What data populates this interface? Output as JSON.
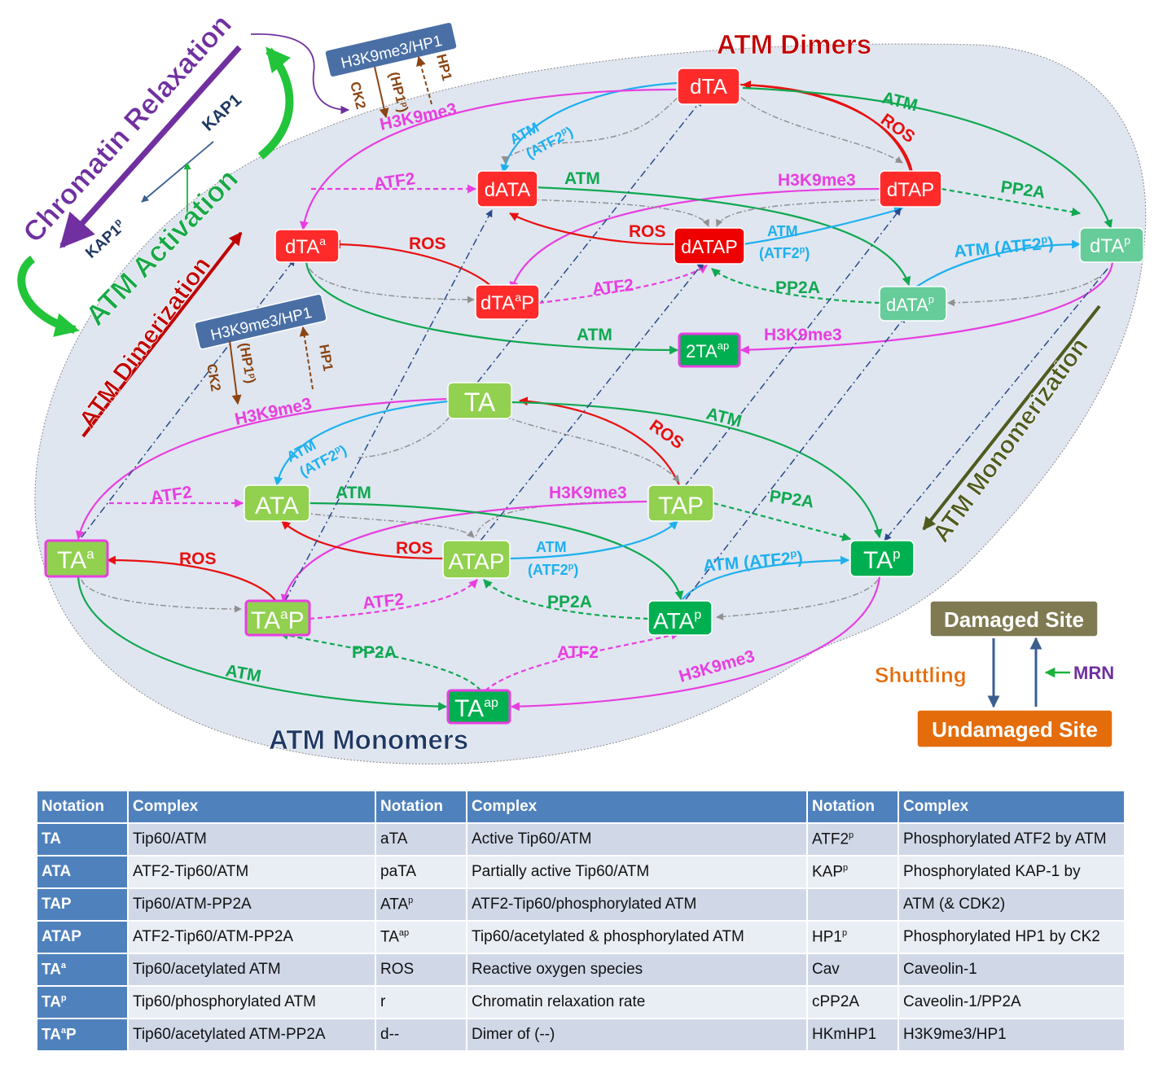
{
  "titles": {
    "dimers": "ATM Dimers",
    "monomers": "ATM Monomers",
    "chromatin_relaxation": "Chromatin Relaxation",
    "atm_activation": "ATM Activation",
    "atm_dimerization": "ATM Dimerization",
    "atm_monomerization": "ATM Monomerization"
  },
  "chromatin_loop": {
    "kap1": "KAP1",
    "kap1p_base": "KAP1",
    "kap1p_sup": "p"
  },
  "hk_boxes": {
    "label": "H3K9me3/HP1",
    "hp1": "HP1",
    "hp1p_base": "(HP1",
    "hp1p_sup": "p",
    "hp1p_close": ")",
    "ck2": "CK2",
    "h3k9me3": "H3K9me3"
  },
  "nodes": {
    "dTA": "dTA",
    "dATA": "dATA",
    "dTAP": "dTAP",
    "dTAa_base": "dTA",
    "dTAa_sup": "a",
    "dATAP": "dATAP",
    "dTAp_base": "dTA",
    "dTAp_sup": "p",
    "dTAaP_base": "dTA",
    "dTAaP_sup": "a",
    "dTAaP_tail": "P",
    "dATAp_base": "dATA",
    "dATAp_sup": "p",
    "twoTAap_base": "2TA",
    "twoTAap_sup": "ap",
    "TA": "TA",
    "ATA": "ATA",
    "TAP": "TAP",
    "TAa_base": "TA",
    "TAa_sup": "a",
    "ATAP": "ATAP",
    "TAp_base": "TA",
    "TAp_sup": "p",
    "TAaP_base": "TA",
    "TAaP_sup": "a",
    "TAaP_tail": "P",
    "ATAp_base": "ATA",
    "ATAp_sup": "p",
    "TAap_base": "TA",
    "TAap_sup": "ap"
  },
  "edge_labels": {
    "atm": "ATM",
    "atf2": "ATF2",
    "ros": "ROS",
    "pp2a": "PP2A",
    "h3k9me3": "H3K9me3",
    "atm_atf2p_base": "ATM (ATF2",
    "atf2p_open_base": "(ATF2",
    "p_sup": "p",
    "close_paren": ")"
  },
  "side_legend": {
    "damaged_site": "Damaged Site",
    "undamaged_site": "Undamaged Site",
    "shuttling": "Shuttling",
    "mrn": "MRN"
  },
  "colors": {
    "region_fill": "#dfe6f0",
    "dimer_red": "#ff2b2b",
    "dimer_teal": "#66cc99",
    "monomer_light_green": "#92d050",
    "monomer_dark_green": "#00b050",
    "magenta": "#e83ee0",
    "red_arrow": "#e81010",
    "green_arrow": "#10a850",
    "blue_arrow": "#1eb0ee",
    "navy_dashed": "#2a4a8a",
    "gray_dashdot": "#909090",
    "hk_box": "#4a6fa5",
    "brown": "#8b4513",
    "purple": "#7030a0",
    "olive": "#4f5b1e",
    "damaged_box": "#7f7a52",
    "undamaged_box": "#e46c0a",
    "dark_red": "#c00000",
    "table_header": "#4f81bd"
  },
  "table": {
    "headers": [
      "Notation",
      "Complex",
      "Notation",
      "Complex",
      "Notation",
      "Complex"
    ],
    "rows": [
      {
        "n1": "TA",
        "n1_sup": "",
        "n1_tail": "",
        "c1": "Tip60/ATM",
        "n2": "aTA",
        "n2_sup": "",
        "c2": "Active Tip60/ATM",
        "n3": "ATF2",
        "n3_sup": "p",
        "c3": "Phosphorylated ATF2 by ATM"
      },
      {
        "n1": "ATA",
        "n1_sup": "",
        "n1_tail": "",
        "c1": "ATF2-Tip60/ATM",
        "n2": "paTA",
        "n2_sup": "",
        "c2": "Partially active Tip60/ATM",
        "n3": "KAP",
        "n3_sup": "p",
        "c3": "Phosphorylated KAP-1 by"
      },
      {
        "n1": "TAP",
        "n1_sup": "",
        "n1_tail": "",
        "c1": "Tip60/ATM-PP2A",
        "n2": "ATA",
        "n2_sup": "p",
        "c2": "ATF2-Tip60/phosphorylated ATM",
        "n3": "",
        "n3_sup": "",
        "c3": "ATM (& CDK2)"
      },
      {
        "n1": "ATAP",
        "n1_sup": "",
        "n1_tail": "",
        "c1": "ATF2-Tip60/ATM-PP2A",
        "n2": "TA",
        "n2_sup": "ap",
        "c2": "Tip60/acetylated & phosphorylated ATM",
        "n3": "HP1",
        "n3_sup": "p",
        "c3": "Phosphorylated HP1 by CK2"
      },
      {
        "n1": "TA",
        "n1_sup": "a",
        "n1_tail": "",
        "c1": "Tip60/acetylated ATM",
        "n2": "ROS",
        "n2_sup": "",
        "c2": "Reactive oxygen species",
        "n3": "Cav",
        "n3_sup": "",
        "c3": "Caveolin-1"
      },
      {
        "n1": "TA",
        "n1_sup": "p",
        "n1_tail": "",
        "c1": "Tip60/phosphorylated ATM",
        "n2": "r",
        "n2_sup": "",
        "c2": "Chromatin relaxation rate",
        "n3": "cPP2A",
        "n3_sup": "",
        "c3": "Caveolin-1/PP2A"
      },
      {
        "n1": "TA",
        "n1_sup": "a",
        "n1_tail": "P",
        "c1": "Tip60/acetylated ATM-PP2A",
        "n2": "d--",
        "n2_sup": "",
        "c2": "Dimer of (--)",
        "n3": "HKmHP1",
        "n3_sup": "",
        "c3": "H3K9me3/HP1"
      }
    ]
  }
}
